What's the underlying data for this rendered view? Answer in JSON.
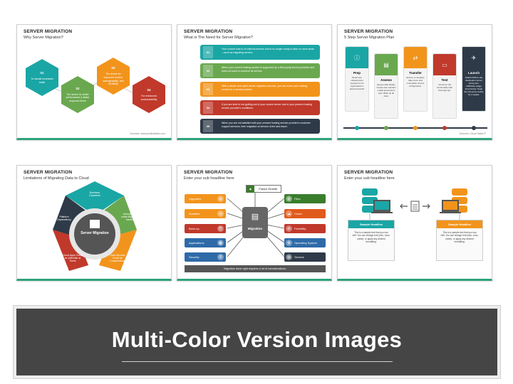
{
  "slides": [
    {
      "title": "SERVER MIGRATION",
      "subtitle": "Why Server Migration?",
      "source": "Sources: www.predictables.com",
      "hexes": [
        {
          "num": "01",
          "text": "To handle increased traffic",
          "color": "#1aa6a5"
        },
        {
          "num": "02",
          "text": "The desire for better performance & faster response times",
          "color": "#6aa84f"
        },
        {
          "num": "03",
          "text": "The desire for improved control, manageability, and flexibility",
          "color": "#f2941c"
        },
        {
          "num": "04",
          "text": "For enhanced customizability",
          "color": "#c0392b"
        }
      ]
    },
    {
      "title": "SERVER MIGRATION",
      "subtitle": "What is The Need for Server Migration?",
      "rows": [
        {
          "num": "01",
          "text": "Your current host is on internal servers and is no longer ready to take on more strain—such as migrating servers.",
          "color": "#1aa6a5"
        },
        {
          "num": "02",
          "text": "When your current hosting service is supported by a third-party service provider and does not want to continue its service.",
          "color": "#6aa84f"
        },
        {
          "num": "03",
          "text": "With a simple and quick server migration process, you can move your hosting service to a nearby location.",
          "color": "#f2941c"
        },
        {
          "num": "04",
          "text": "If you are tired of not getting out of your current server due to your present hosting service provider's conditions.",
          "color": "#c0392b"
        },
        {
          "num": "05",
          "text": "When you are not satisfied with your present hosting service provider's customer support services, then migration of servers is the last resort.",
          "color": "#2e3a48"
        }
      ]
    },
    {
      "title": "SERVER MIGRATION",
      "subtitle": "5 Step Server Migration Plan",
      "source": "Sources: Cloud Sales™",
      "steps": [
        {
          "label": "Prep",
          "text": "Determine infrastructure needed for the organization's planned growth",
          "color": "#1aa6a5",
          "icon": "ⓘ"
        },
        {
          "label": "Assess",
          "text": "Assess data fidelity. Create and maintain a data governance plan. Back up all data.",
          "color": "#6aa84f",
          "icon": "▤"
        },
        {
          "label": "Transfer",
          "text": "Ensure a complete data move and compatible service configuration.",
          "color": "#f2941c",
          "icon": "⇄"
        },
        {
          "label": "Test",
          "text": "Check for full functionality with thorough QA.",
          "color": "#c0392b",
          "icon": "▭"
        },
        {
          "label": "Launch",
          "text": "Switch DNS to the destination server during low-traffic/low-usage time frames. Keep the old server active for 2 weeks.",
          "color": "#2e3a48",
          "icon": "✈"
        }
      ]
    },
    {
      "title": "SERVER MIGRATION",
      "subtitle": "Limitations of Migrating Data to Cloud",
      "center": "Server Migration",
      "petals": [
        {
          "text": "Business Downtime",
          "color": "#1aa6a5"
        },
        {
          "text": "Unexpected initial Migration Issues",
          "color": "#6aa84f"
        },
        {
          "text": "Data Security Could be Compromised",
          "color": "#f2941c"
        },
        {
          "text": "Cloud Apps Could be Inflexible at Times",
          "color": "#c0392b"
        },
        {
          "text": "Platform Dependency",
          "color": "#2e3a48"
        }
      ]
    },
    {
      "title": "SERVER MIGRATION",
      "subtitle": "Enter your sub headline here",
      "center": "Migration",
      "top_item": "Future Growth",
      "left_items": [
        {
          "text": "Upgrades",
          "color": "#f2941c",
          "icon": "⊕"
        },
        {
          "text": "Scalable",
          "color": "#f2941c",
          "icon": "⇲"
        },
        {
          "text": "Back-up",
          "color": "#c0392b",
          "icon": "⎘"
        },
        {
          "text": "Applications",
          "color": "#2e6aa8",
          "icon": "▦"
        },
        {
          "text": "Security",
          "color": "#2e6aa8",
          "icon": "⛨"
        }
      ],
      "right_items": [
        {
          "text": "Files",
          "color": "#3a7d2c",
          "icon": "▥"
        },
        {
          "text": "Cloud",
          "color": "#e05a1c",
          "icon": "☁"
        },
        {
          "text": "Flexibility",
          "color": "#c0392b",
          "icon": "⇵"
        },
        {
          "text": "Operating System",
          "color": "#2e6aa8",
          "icon": "⚙"
        },
        {
          "text": "Servers",
          "color": "#2e3a48",
          "icon": "▤"
        }
      ],
      "footer": "Migration done right requires a lot of considerations."
    },
    {
      "title": "SERVER MIGRATION",
      "subtitle": "Enter your sub headline here",
      "left": {
        "heading": "Sample Headline",
        "text": "This is a sample text that you can edit. You can change font (size, color, name), or apply any desired formatting.",
        "color": "#1aa6a5"
      },
      "right": {
        "heading": "Sample Headline",
        "text": "This is a sample text that you can edit. You can change font (size, color, name), or apply any desired formatting.",
        "color": "#f2941c"
      }
    }
  ],
  "banner": {
    "title": "Multi-Color Version Images"
  }
}
